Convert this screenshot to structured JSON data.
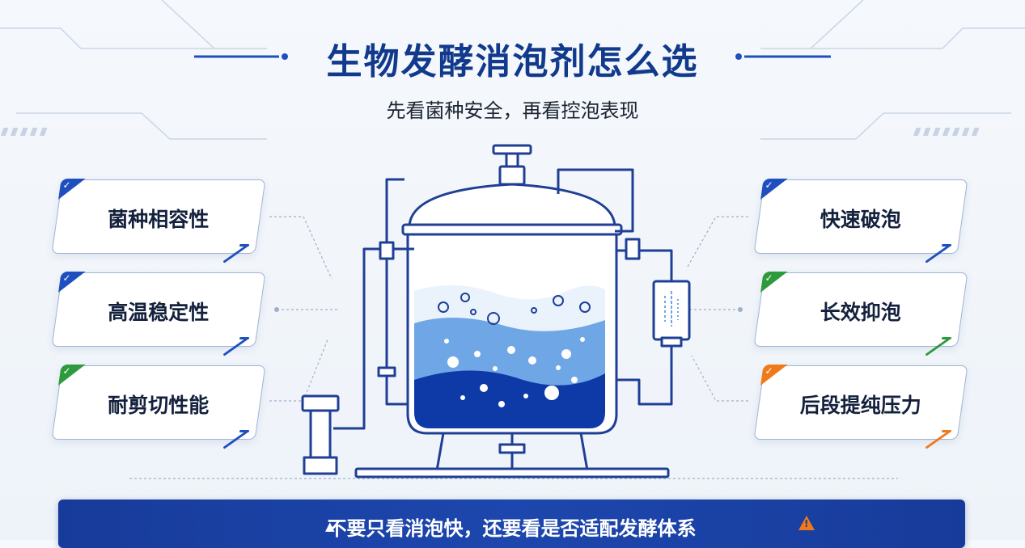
{
  "header": {
    "title": "生物发酵消泡剂怎么选",
    "subtitle": "先看菌种安全，再看控泡表现"
  },
  "left_cards": [
    {
      "label": "菌种相容性",
      "accent": "#1f4fbf"
    },
    {
      "label": "高温稳定性",
      "accent": "#1f4fbf"
    },
    {
      "label": "耐剪切性能",
      "accent": "#2e9a3e"
    }
  ],
  "right_cards": [
    {
      "label": "快速破泡",
      "accent": "#1f4fbf"
    },
    {
      "label": "长效抑泡",
      "accent": "#2e9a3e"
    },
    {
      "label": "后段提纯压力",
      "accent": "#f07a1a"
    }
  ],
  "illustration": {
    "icon": "fermenter-tank-icon",
    "liquid_colors": [
      "#6fa6e6",
      "#0d3aa6"
    ]
  },
  "banner": {
    "text": "不要只看消泡快，还要看是否适配发酵体系",
    "left_icon": "triangle-icon",
    "right_icon": "warning-icon",
    "colors": {
      "background": "#173b9a",
      "warning": "#f07a1a"
    }
  }
}
